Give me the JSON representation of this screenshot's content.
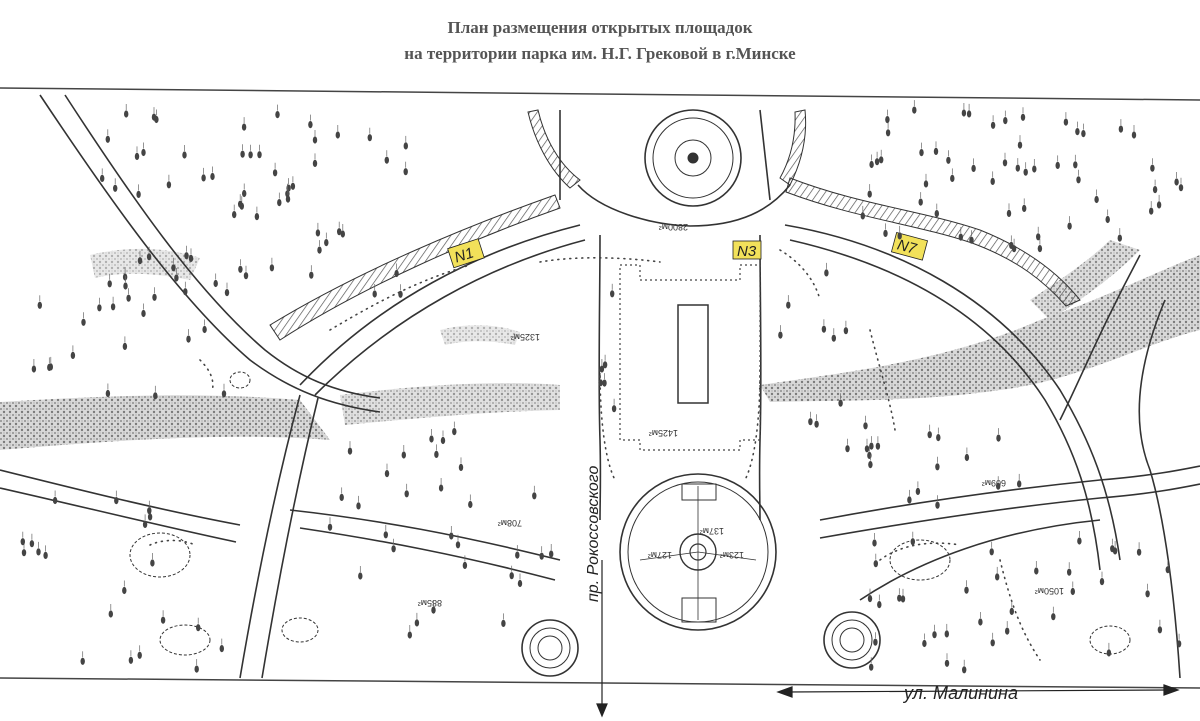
{
  "title": {
    "line1": "План размещения открытых площадок",
    "line2": "на территории парка им. Н.Г. Грековой в г.Минске"
  },
  "streets": {
    "rokossovsky": "пр. Рокоссовского",
    "malinina": "ул. Малинина"
  },
  "sites": [
    {
      "label": "N1"
    },
    {
      "label": "N3"
    },
    {
      "label": "N7"
    }
  ],
  "area_labels": [
    "2800м²",
    "1325м²",
    "1425м²",
    "708м²",
    "885м²",
    "137м²",
    "127м²",
    "123м²",
    "609м²",
    "1050м²"
  ],
  "colors": {
    "highlight": "#f2e15a",
    "ink": "#333333",
    "hatch": "#9a9a9a"
  }
}
